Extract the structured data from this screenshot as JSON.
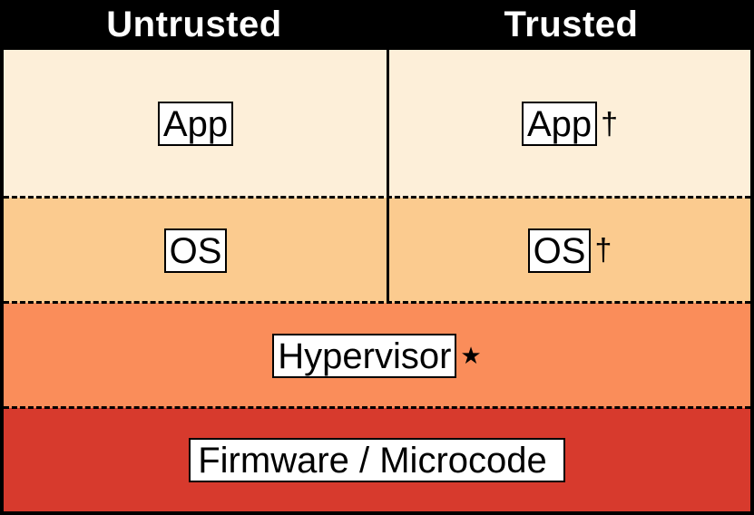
{
  "headers": {
    "left": "Untrusted",
    "right": "Trusted"
  },
  "layers": {
    "app_untrusted": "App",
    "app_trusted": "App",
    "app_trusted_marker": "†",
    "os_untrusted": "OS",
    "os_trusted": "OS",
    "os_trusted_marker": "†",
    "hypervisor": "Hypervisor",
    "hypervisor_marker": "★",
    "firmware": "Firmware / Microcode"
  },
  "colors": {
    "app": "#fdefd9",
    "os": "#fbcb8f",
    "hypervisor": "#fa8d5a",
    "firmware": "#d73a2d",
    "header": "#000000"
  }
}
